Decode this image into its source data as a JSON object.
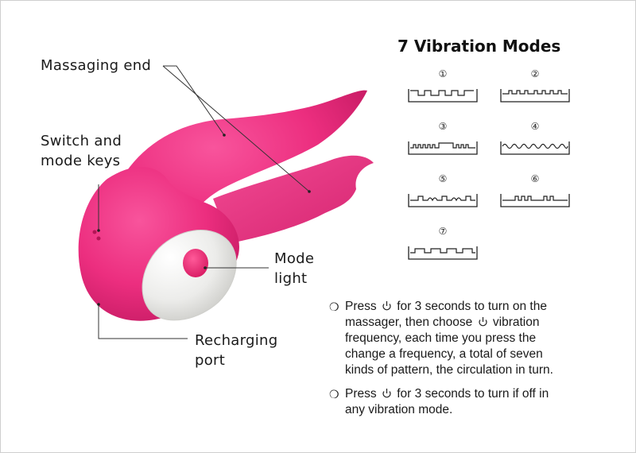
{
  "callouts": {
    "massaging_end": "Massaging end",
    "switch_keys_line1": "Switch and",
    "switch_keys_line2": "mode keys",
    "mode_light_line1": "Mode",
    "mode_light_line2": "light",
    "recharging_line1": "Recharging",
    "recharging_line2": "port"
  },
  "modes": {
    "title": "7 Vibration Modes",
    "items": [
      {
        "label": "①"
      },
      {
        "label": "②"
      },
      {
        "label": "③"
      },
      {
        "label": "④"
      },
      {
        "label": "⑤"
      },
      {
        "label": "⑥"
      },
      {
        "label": "⑦"
      }
    ]
  },
  "instructions": [
    {
      "bullet": "❍",
      "line1_a": "Press",
      "line1_b": "for 3 seconds to turn on the",
      "line2_a": "massager, then choose",
      "line2_b": "vibration",
      "line3": "frequency, each time you press the",
      "line4": "change a frequency, a total of seven",
      "line5": "kinds of pattern, the circulation in turn."
    },
    {
      "bullet": "❍",
      "line1_a": "Press",
      "line1_b": "for 3 seconds to turn if off in",
      "line2": "any vibration mode."
    }
  ],
  "colors": {
    "body_pink": "#ec2e7f",
    "body_shadow": "#c81f66",
    "cap_silver": "#e9e9e6",
    "light_pink": "#e8246e"
  },
  "icons": [
    "power-key-icon",
    "mode-bullet-icon"
  ]
}
